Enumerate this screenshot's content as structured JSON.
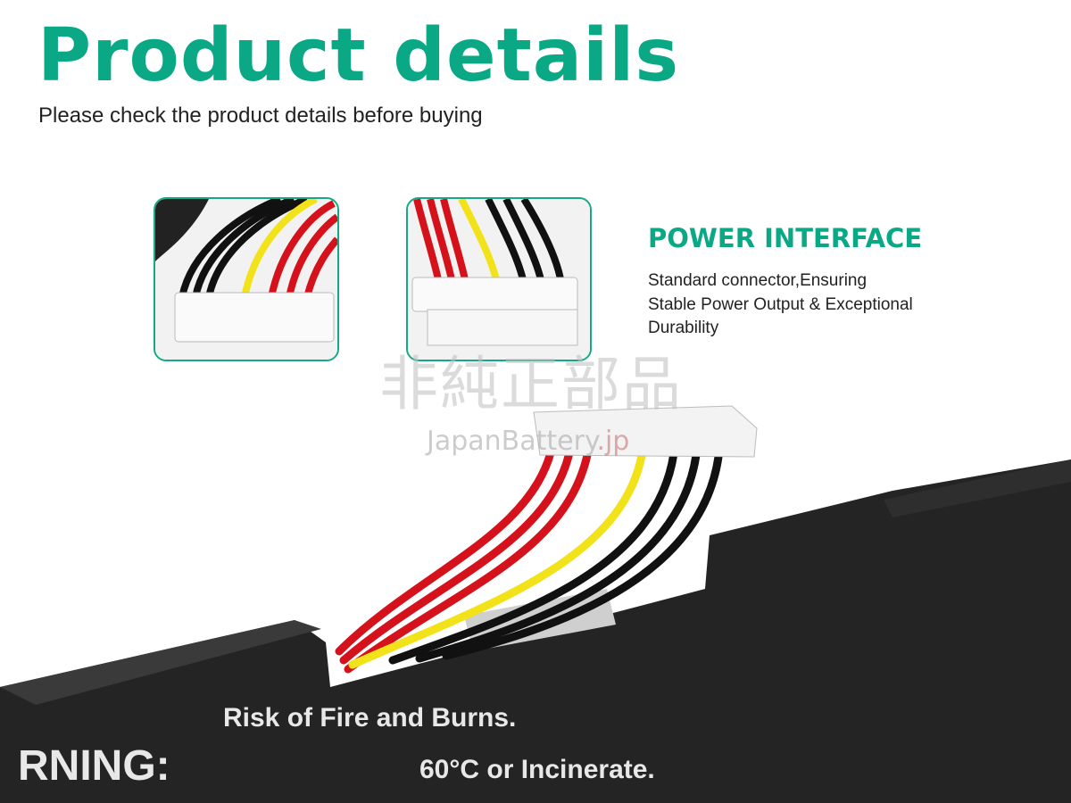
{
  "header": {
    "title": "Product details",
    "subtitle": "Please check the product details before buying"
  },
  "feature": {
    "title": "POWER INTERFACE",
    "description": "Standard connector,Ensuring Stable Power Output & Exceptional Durability"
  },
  "watermark": {
    "line1": "非純正部品",
    "line2_main": "JapanBattery",
    "line2_suffix": ".jp"
  },
  "battery_label": {
    "warning_prefix": "RNING:",
    "line1": "Risk of Fire and Burns.",
    "line2": "60°C or Incinerate."
  },
  "colors": {
    "accent": "#0ba886",
    "battery": "#222222",
    "wire_red": "#d5121c",
    "wire_yellow": "#f2e21a",
    "wire_black": "#111111"
  }
}
